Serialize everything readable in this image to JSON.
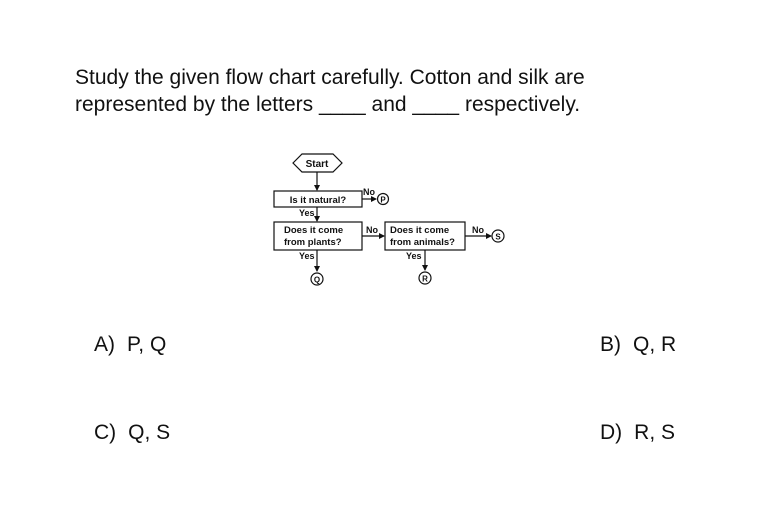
{
  "question": {
    "line1": "Study the given flow chart carefully. Cotton and silk are",
    "line2": "represented by the letters ____ and ____ respectively."
  },
  "flowchart": {
    "start": "Start",
    "q1": "Is it natural?",
    "q2_line1": "Does it come",
    "q2_line2": "from plants?",
    "q3_line1": "Does it come",
    "q3_line2": "from animals?",
    "no_label": "No",
    "yes_label": "Yes",
    "outcomes": {
      "p": "P",
      "q": "Q",
      "r": "R",
      "s": "S"
    }
  },
  "options": [
    {
      "letter": "A)",
      "text": "P, Q"
    },
    {
      "letter": "B)",
      "text": "Q, R"
    },
    {
      "letter": "C)",
      "text": "Q, S"
    },
    {
      "letter": "D)",
      "text": "R, S"
    }
  ]
}
